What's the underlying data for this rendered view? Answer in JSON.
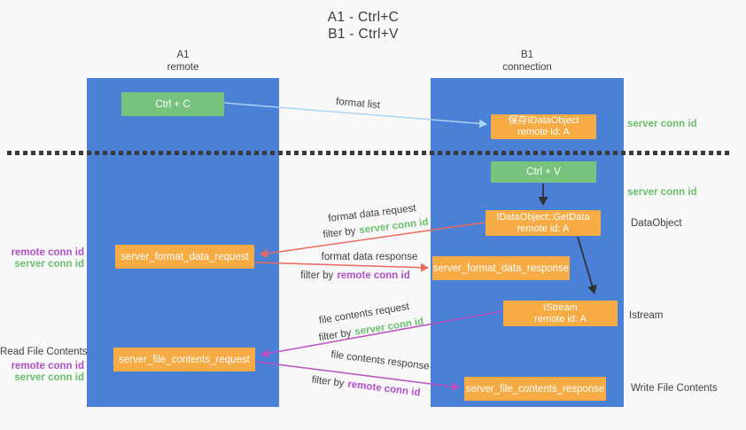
{
  "title": {
    "line1": "A1 - Ctrl+C",
    "line2": "B1 - Ctrl+V"
  },
  "lifelines": {
    "left": {
      "name": "A1",
      "role": "remote"
    },
    "right": {
      "name": "B1",
      "role": "connection"
    }
  },
  "nodes": {
    "ctrl_c": {
      "label": "Ctrl + C"
    },
    "save_dataobject": {
      "line1": "保存IDataObject",
      "line2": "remote id: A"
    },
    "ctrl_v": {
      "label": "Ctrl + V"
    },
    "getdata": {
      "line1": "IDataObject::GetData",
      "line2": "remote id: A"
    },
    "server_format_data_request": {
      "label": "server_format_data_request"
    },
    "server_format_data_response": {
      "label": "server_format_data_response"
    },
    "istream": {
      "line1": "IStream",
      "line2": "remote id: A"
    },
    "server_file_contents_request": {
      "label": "server_file_contents_request"
    },
    "server_file_contents_response": {
      "label": "server_file_contents_response"
    }
  },
  "edges": {
    "format_list": "format list",
    "format_data_request": "format data request",
    "format_data_response": "format data response",
    "file_contents_request": "file contents request",
    "file_contents_response": "file contents response",
    "filter_by": "filter by",
    "server_conn_id": "server conn id",
    "remote_conn_id": "remote conn id"
  },
  "annotations": {
    "right_server_conn_id_top": "server conn id",
    "right_server_conn_id_mid": "server conn id",
    "right_dataobject": "DataObject",
    "right_istream": "Istream",
    "right_write_file_contents": "Write File Contents",
    "left_remote_conn_id_top": "remote conn id",
    "left_server_conn_id_top": "server conn id",
    "left_read_file_contents": "Read File Contents",
    "left_remote_conn_id_bottom": "remote conn id",
    "left_server_conn_id_bottom": "server conn id"
  },
  "colors": {
    "lifeline_blue": "#4a80d6",
    "node_green": "#77c27d",
    "node_orange": "#f7ab45",
    "arrow_light_blue": "#a9d4f1",
    "arrow_red": "#e96a5f",
    "arrow_magenta": "#bc4fc4",
    "arrow_black": "#333333",
    "label_green": "#6abf6e",
    "label_purple": "#b14fc9",
    "text_gray": "#3f3f3f",
    "background": "#f8f8f8"
  }
}
